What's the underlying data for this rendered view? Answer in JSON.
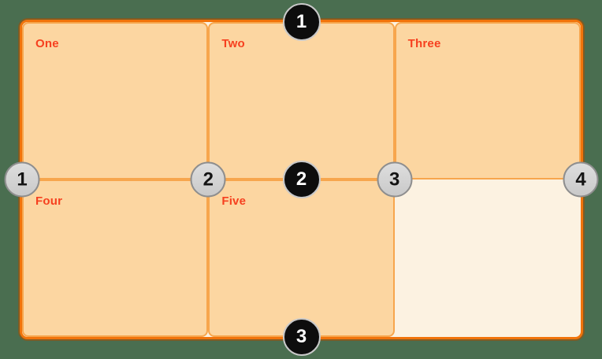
{
  "diagram": {
    "type": "css-grid-line-numbering",
    "grid": {
      "columns": 3,
      "rows": 2
    },
    "cells": [
      {
        "label": "One"
      },
      {
        "label": "Two"
      },
      {
        "label": "Three"
      },
      {
        "label": "Four"
      },
      {
        "label": "Five"
      },
      {
        "label": ""
      }
    ],
    "row_line_badges": [
      {
        "number": "1"
      },
      {
        "number": "2"
      },
      {
        "number": "3"
      }
    ],
    "column_line_badges": [
      {
        "number": "1"
      },
      {
        "number": "2"
      },
      {
        "number": "3"
      },
      {
        "number": "4"
      }
    ],
    "colors": {
      "page_background": "#4a6e50",
      "container_border": "#f1740b",
      "container_background": "#fcf2e1",
      "cell_background": "#fcd6a1",
      "cell_border": "#f7a64d",
      "cell_label_text": "#f6401f",
      "row_badge_background": "#0d0d0d",
      "row_badge_ring": "#c9c9c9",
      "row_badge_text": "#ffffff",
      "column_badge_background": "#d4d4d4",
      "column_badge_ring": "#8e8e8e",
      "column_badge_text": "#141414"
    }
  }
}
